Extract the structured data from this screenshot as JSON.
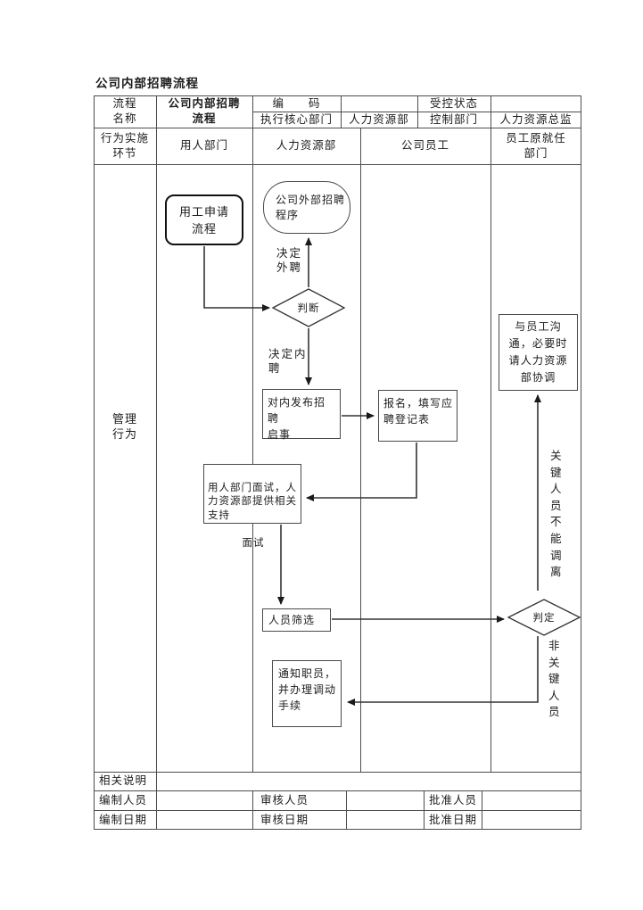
{
  "page": {
    "title": "公司内部招聘流程"
  },
  "table": {
    "row1": {
      "name_label": "流程\n名称",
      "name_value": "公司内部招聘\n流程",
      "code_label": "编　　码",
      "code_value": "",
      "status_label": "受控状态",
      "status_value": ""
    },
    "row2": {
      "exec_label": "执行核心部门",
      "exec_value": "人力资源部",
      "ctrl_label": "控制部门",
      "ctrl_value": "人力资源总监"
    },
    "row3": {
      "label": "行为实施\n环节",
      "lanes": [
        "用人部门",
        "人力资源部",
        "公司员工",
        "员工原就任\n部门"
      ]
    },
    "body_label": "管理\n行为",
    "footer": {
      "notes_label": "相关说明",
      "maker_label": "编制人员",
      "reviewer_label": "审核人员",
      "approver_label": "批准人员",
      "make_date_label": "编制日期",
      "review_date_label": "审核日期",
      "approve_date_label": "批准日期"
    }
  },
  "flow": {
    "start": "用工申请\n流程",
    "external": "公司外部招聘\n程序",
    "decision1": "判断",
    "to_external": "决定\n外聘",
    "to_internal": "决定内\n聘",
    "publish": "对内发布招聘\n启事",
    "signup": "报名，填写应\n聘登记表",
    "interview_main": "用人部门面试，人\n力资源部提供相关\n支持",
    "interview_sub": "面试",
    "screening": "人员筛选",
    "communicate": "与员工沟\n通，必要时\n请人力资源\n部协调",
    "decision2": "判定",
    "key_label": "关\n键\n人\n员\n不\n能\n调\n离",
    "nonkey_label": "非\n关\n键\n人\n员",
    "notify": "通知职员，\n并办理调动\n手续"
  },
  "colors": {
    "line": "#3a3a3a",
    "text": "#1c1c1c"
  }
}
